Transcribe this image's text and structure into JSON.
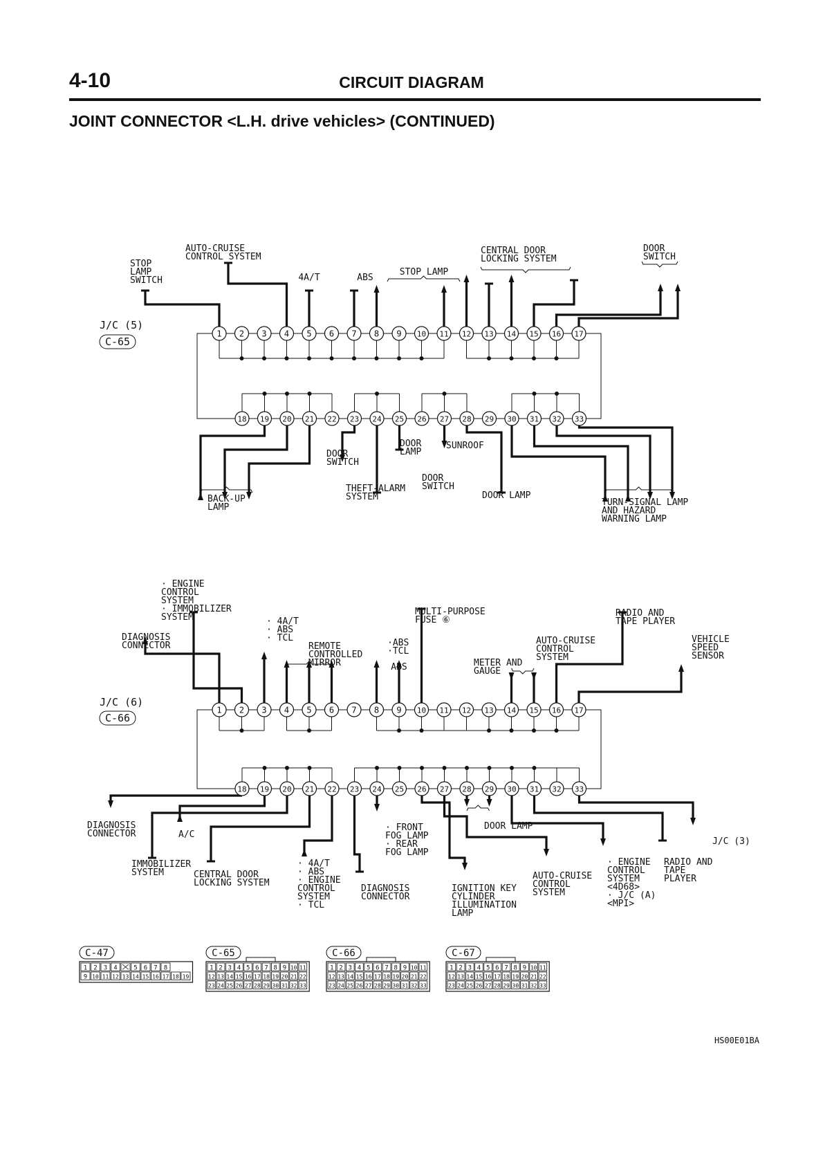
{
  "page": {
    "number": "4-10",
    "header": "CIRCUIT DIAGRAM",
    "subtitle": "JOINT CONNECTOR <L.H. drive vehicles> (CONTINUED)",
    "code": "HS00E01BA"
  },
  "jc5": {
    "name": "J/C (5)",
    "connector": "C-65",
    "labels": {
      "stop_lamp_switch": [
        "STOP",
        "LAMP",
        "SWITCH"
      ],
      "auto_cruise": [
        "AUTO-CRUISE",
        "CONTROL SYSTEM"
      ],
      "at": "4A/T",
      "abs": "ABS",
      "stop_lamp": "STOP LAMP",
      "central_door": [
        "CENTRAL DOOR",
        "LOCKING SYSTEM"
      ],
      "door_switch_top": [
        "DOOR",
        "SWITCH"
      ],
      "back_up": [
        "BACK-UP",
        "LAMP"
      ],
      "door_switch_23": [
        "DOOR",
        "SWITCH"
      ],
      "theft_alarm": [
        "THEFT-ALARM",
        "SYSTEM"
      ],
      "door_lamp_25": [
        "DOOR",
        "LAMP"
      ],
      "sunroof": "SUNROOF",
      "door_switch_27": [
        "DOOR",
        "SWITCH"
      ],
      "door_lamp_28": "DOOR LAMP",
      "turn_signal": [
        "TURN-SIGNAL LAMP",
        "AND HAZARD",
        "WARNING LAMP"
      ]
    }
  },
  "jc6": {
    "name": "J/C (6)",
    "connector": "C-66",
    "labels": {
      "engine_immob": [
        "· ENGINE",
        "CONTROL",
        "SYSTEM",
        "· IMMOBILIZER",
        "SYSTEM"
      ],
      "diagnosis_top": [
        "DIAGNOSIS",
        "CONNECTOR"
      ],
      "at_abs_tcl": [
        "· 4A/T",
        "· ABS",
        "· TCL"
      ],
      "remote_mirror": [
        "REMOTE",
        "CONTROLLED",
        "MIRROR"
      ],
      "abs_tcl": [
        "·ABS",
        "·TCL"
      ],
      "abs": "ABS",
      "multi_purpose": [
        "MULTI-PURPOSE",
        "FUSE ⑥"
      ],
      "meter_gauge": [
        "METER AND",
        "GAUGE"
      ],
      "auto_cruise": [
        "AUTO-CRUISE",
        "CONTROL",
        "SYSTEM"
      ],
      "radio_top": [
        "RADIO AND",
        "TAPE PLAYER"
      ],
      "vehicle_speed": [
        "VEHICLE",
        "SPEED",
        "SENSOR"
      ],
      "diagnosis_bottom": [
        "DIAGNOSIS",
        "CONNECTOR"
      ],
      "ac": "A/C",
      "immobilizer": [
        "IMMOBILIZER",
        "SYSTEM"
      ],
      "central_door": [
        "CENTRAL DOOR",
        "LOCKING SYSTEM"
      ],
      "at_list": [
        "· 4A/T",
        "· ABS",
        "· ENGINE",
        "CONTROL",
        "SYSTEM",
        "· TCL"
      ],
      "diagnosis_22": [
        "DIAGNOSIS",
        "CONNECTOR"
      ],
      "fog": [
        "· FRONT",
        "FOG LAMP",
        "· REAR",
        "FOG LAMP"
      ],
      "ignition": [
        "IGNITION KEY",
        "CYLINDER",
        "ILLUMINATION",
        "LAMP"
      ],
      "door_lamp": "DOOR LAMP",
      "auto_cruise_b": [
        "AUTO-CRUISE",
        "CONTROL",
        "SYSTEM"
      ],
      "engine_b": [
        "· ENGINE",
        "CONTROL",
        "SYSTEM",
        "<4D68>",
        "· J/C (A)",
        "<MPI>"
      ],
      "radio_b": [
        "RADIO AND",
        "TAPE",
        "PLAYER"
      ],
      "jc3": "J/C (3)"
    }
  },
  "connector_views": [
    {
      "name": "C-47",
      "row1": [
        "1",
        "2",
        "3",
        "4",
        "",
        "5",
        "6",
        "7",
        "8"
      ],
      "row2": [
        "9",
        "10",
        "11",
        "12",
        "13",
        "14",
        "15",
        "16",
        "17",
        "18",
        "19"
      ]
    },
    {
      "name": "C-65",
      "row1": [
        "1",
        "2",
        "3",
        "4",
        "5",
        "6",
        "7",
        "8",
        "9",
        "10",
        "11"
      ],
      "row2": [
        "12",
        "13",
        "14",
        "15",
        "16",
        "17",
        "18",
        "19",
        "20",
        "21",
        "22"
      ],
      "row3": [
        "23",
        "24",
        "25",
        "26",
        "27",
        "28",
        "29",
        "30",
        "31",
        "32",
        "33"
      ]
    },
    {
      "name": "C-66",
      "row1": [
        "1",
        "2",
        "3",
        "4",
        "5",
        "6",
        "7",
        "8",
        "9",
        "10",
        "11"
      ],
      "row2": [
        "12",
        "13",
        "14",
        "15",
        "16",
        "17",
        "18",
        "19",
        "20",
        "21",
        "22"
      ],
      "row3": [
        "23",
        "24",
        "25",
        "26",
        "27",
        "28",
        "29",
        "30",
        "31",
        "32",
        "33"
      ]
    },
    {
      "name": "C-67",
      "row1": [
        "1",
        "2",
        "3",
        "4",
        "5",
        "6",
        "7",
        "8",
        "9",
        "10",
        "11"
      ],
      "row2": [
        "12",
        "13",
        "14",
        "15",
        "16",
        "17",
        "18",
        "19",
        "20",
        "21",
        "22"
      ],
      "row3": [
        "23",
        "24",
        "25",
        "26",
        "27",
        "28",
        "29",
        "30",
        "31",
        "32",
        "33"
      ]
    }
  ]
}
